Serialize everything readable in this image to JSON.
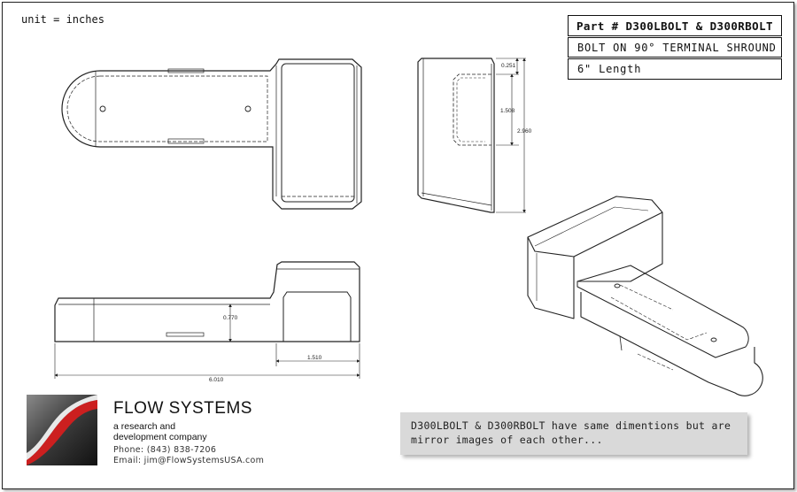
{
  "units": "unit = inches",
  "title_block": {
    "part_number": "Part # D300LBOLT  & D300RBOLT",
    "description": "BOLT ON 90° TERMINAL SHROUND",
    "length": "6\" Length"
  },
  "dimensions": {
    "top_flange": "0.251",
    "opening_height": "1.508",
    "overall_height": "2.960",
    "base_height": "0.770",
    "end_width": "1.510",
    "overall_length": "6.010"
  },
  "company": {
    "name": "FLOW SYSTEMS",
    "tagline_line1": "a research and",
    "tagline_line2": "development company",
    "phone": "Phone: (843) 838-7206",
    "email": "Email: jim@FlowSystemsUSA.com"
  },
  "note": {
    "line1": "D300LBOLT  & D300RBOLT have same dimentions but are",
    "line2": "mirror images of each other..."
  },
  "colors": {
    "line": "#222222",
    "note_bg": "#d9d9d9",
    "logo_red": "#cc1f1f"
  }
}
